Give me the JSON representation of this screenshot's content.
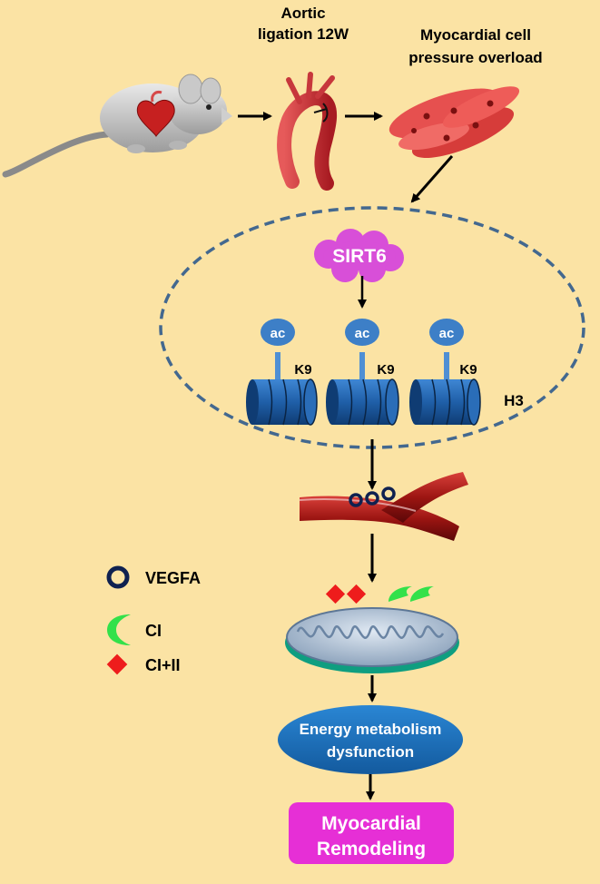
{
  "labels": {
    "aortic_line1": "Aortic",
    "aortic_line2": "ligation 12W",
    "myocardial_line1": "Myocardial cell",
    "myocardial_line2": "pressure overload",
    "sirt6": "SIRT6",
    "ac": "ac",
    "k9": "K9",
    "h3": "H3",
    "energy_line1": "Energy metabolism",
    "energy_line2": "dysfunction",
    "remodel_line1": "Myocardial",
    "remodel_line2": "Remodeling"
  },
  "legend": {
    "vegfa": "VEGFA",
    "ci": "CI",
    "ci_ii": "CI+II"
  },
  "colors": {
    "background": "#fbe3a4",
    "nucleus_dash": "#43688f",
    "sirt6_fill": "#d84fd8",
    "histone_fill": "#1f5fa8",
    "acetyl_fill": "#3d7fc7",
    "energy_fill": "#1b6fbd",
    "remodel_fill": "#e62fd6",
    "vegfa_ring": "#0f2150",
    "ci_mark": "#33e14a",
    "ci_ii_mark": "#ee1c1c"
  },
  "icons": [
    "mouse-heart-icon",
    "aorta-ligation-icon",
    "myocardial-cells-icon",
    "blood-vessel-icon",
    "mitochondrion-icon"
  ]
}
